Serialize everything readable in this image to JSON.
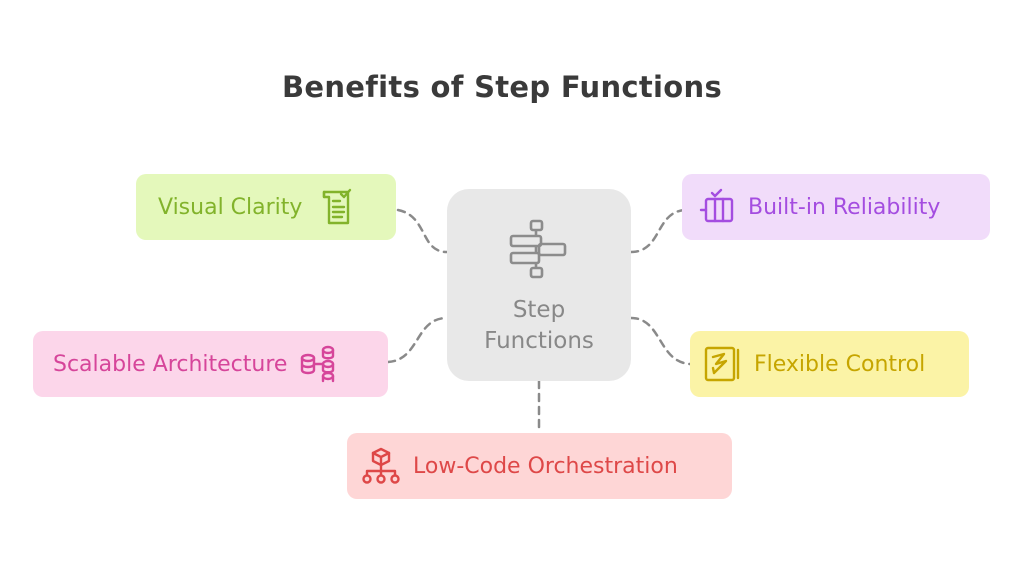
{
  "title": "Benefits of Step Functions",
  "center": {
    "label": "Step\nFunctions",
    "icon": "step-functions-icon"
  },
  "nodes": {
    "visual_clarity": {
      "label": "Visual Clarity",
      "icon": "checklist-icon",
      "color": "#82b32b",
      "bg": "#e4f8bb"
    },
    "built_in_reliability": {
      "label": "Built-in Reliability",
      "icon": "reliability-icon",
      "color": "#a44de0",
      "bg": "#f1dcfa"
    },
    "scalable_architecture": {
      "label": "Scalable Architecture",
      "icon": "database-scale-icon",
      "color": "#d6459a",
      "bg": "#fcd6ea"
    },
    "flexible_control": {
      "label": "Flexible Control",
      "icon": "flexible-control-icon",
      "color": "#c6a500",
      "bg": "#fbf3a6"
    },
    "low_code_orchestration": {
      "label": "Low-Code Orchestration",
      "icon": "orchestration-icon",
      "color": "#de4848",
      "bg": "#fed6d6"
    }
  }
}
